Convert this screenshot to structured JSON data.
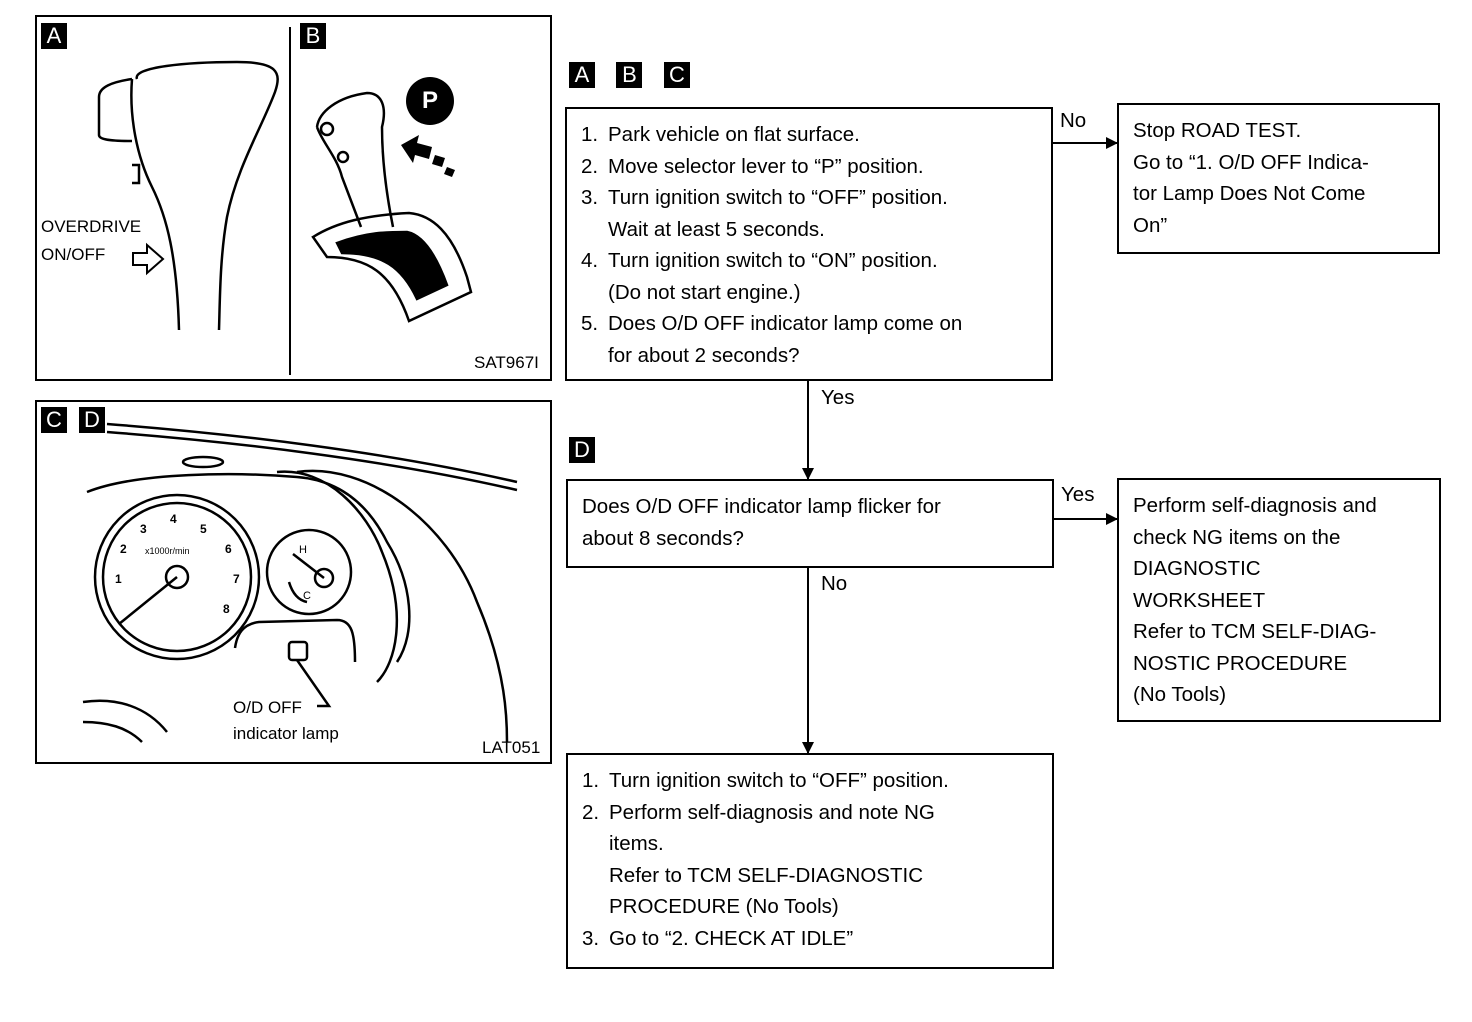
{
  "panel_ab": {
    "tag_a": "A",
    "tag_b": "B",
    "overdrive_line1": "OVERDRIVE",
    "overdrive_line2": "ON/OFF",
    "p_badge": "P",
    "code": "SAT967I"
  },
  "panel_cd": {
    "tag_c": "C",
    "tag_d": "D",
    "callout_line1": "O/D OFF",
    "callout_line2": "indicator lamp",
    "code": "LAT051",
    "gauge_numbers": [
      "1",
      "2",
      "3",
      "4",
      "5",
      "6",
      "7",
      "8"
    ],
    "gauge_unit": "x1000r/min",
    "temp_h": "H",
    "temp_c": "C"
  },
  "flow": {
    "tags_abc": [
      "A",
      "B",
      "C"
    ],
    "tag_d": "D",
    "box1": [
      {
        "num": "1.",
        "text": "Park vehicle on flat surface."
      },
      {
        "num": "2.",
        "text": "Move selector lever to “P” position."
      },
      {
        "num": "3.",
        "text": "Turn ignition switch to “OFF” position."
      },
      {
        "num": "",
        "text": "Wait at least 5 seconds."
      },
      {
        "num": "4.",
        "text": "Turn ignition switch to “ON” position."
      },
      {
        "num": "",
        "text": "(Do not start engine.)"
      },
      {
        "num": "5.",
        "text": "Does O/D OFF indicator lamp come on"
      },
      {
        "num": "",
        "text": "for about 2 seconds?"
      }
    ],
    "box_stop": [
      "Stop ROAD TEST.",
      "Go to “1. O/D OFF Indica-",
      "tor Lamp Does Not Come",
      "On”"
    ],
    "box_flicker": [
      "Does O/D OFF indicator lamp flicker for",
      "about 8 seconds?"
    ],
    "box_selfdiag": [
      "Perform self-diagnosis and",
      "check NG items on the",
      "DIAGNOSTIC",
      "WORKSHEET",
      "Refer to TCM SELF-DIAG-",
      "NOSTIC PROCEDURE",
      "(No Tools)"
    ],
    "box_final": [
      {
        "num": "1.",
        "text": "Turn ignition switch to “OFF” position."
      },
      {
        "num": "2.",
        "text": "Perform self-diagnosis and note NG"
      },
      {
        "num": "",
        "text": "items."
      },
      {
        "num": "",
        "text": "Refer to TCM SELF-DIAGNOSTIC"
      },
      {
        "num": "",
        "text": "PROCEDURE (No Tools)"
      },
      {
        "num": "3.",
        "text": "Go to “2. CHECK AT IDLE”"
      }
    ],
    "label_no_1": "No",
    "label_yes_1": "Yes",
    "label_yes_2": "Yes",
    "label_no_2": "No"
  }
}
